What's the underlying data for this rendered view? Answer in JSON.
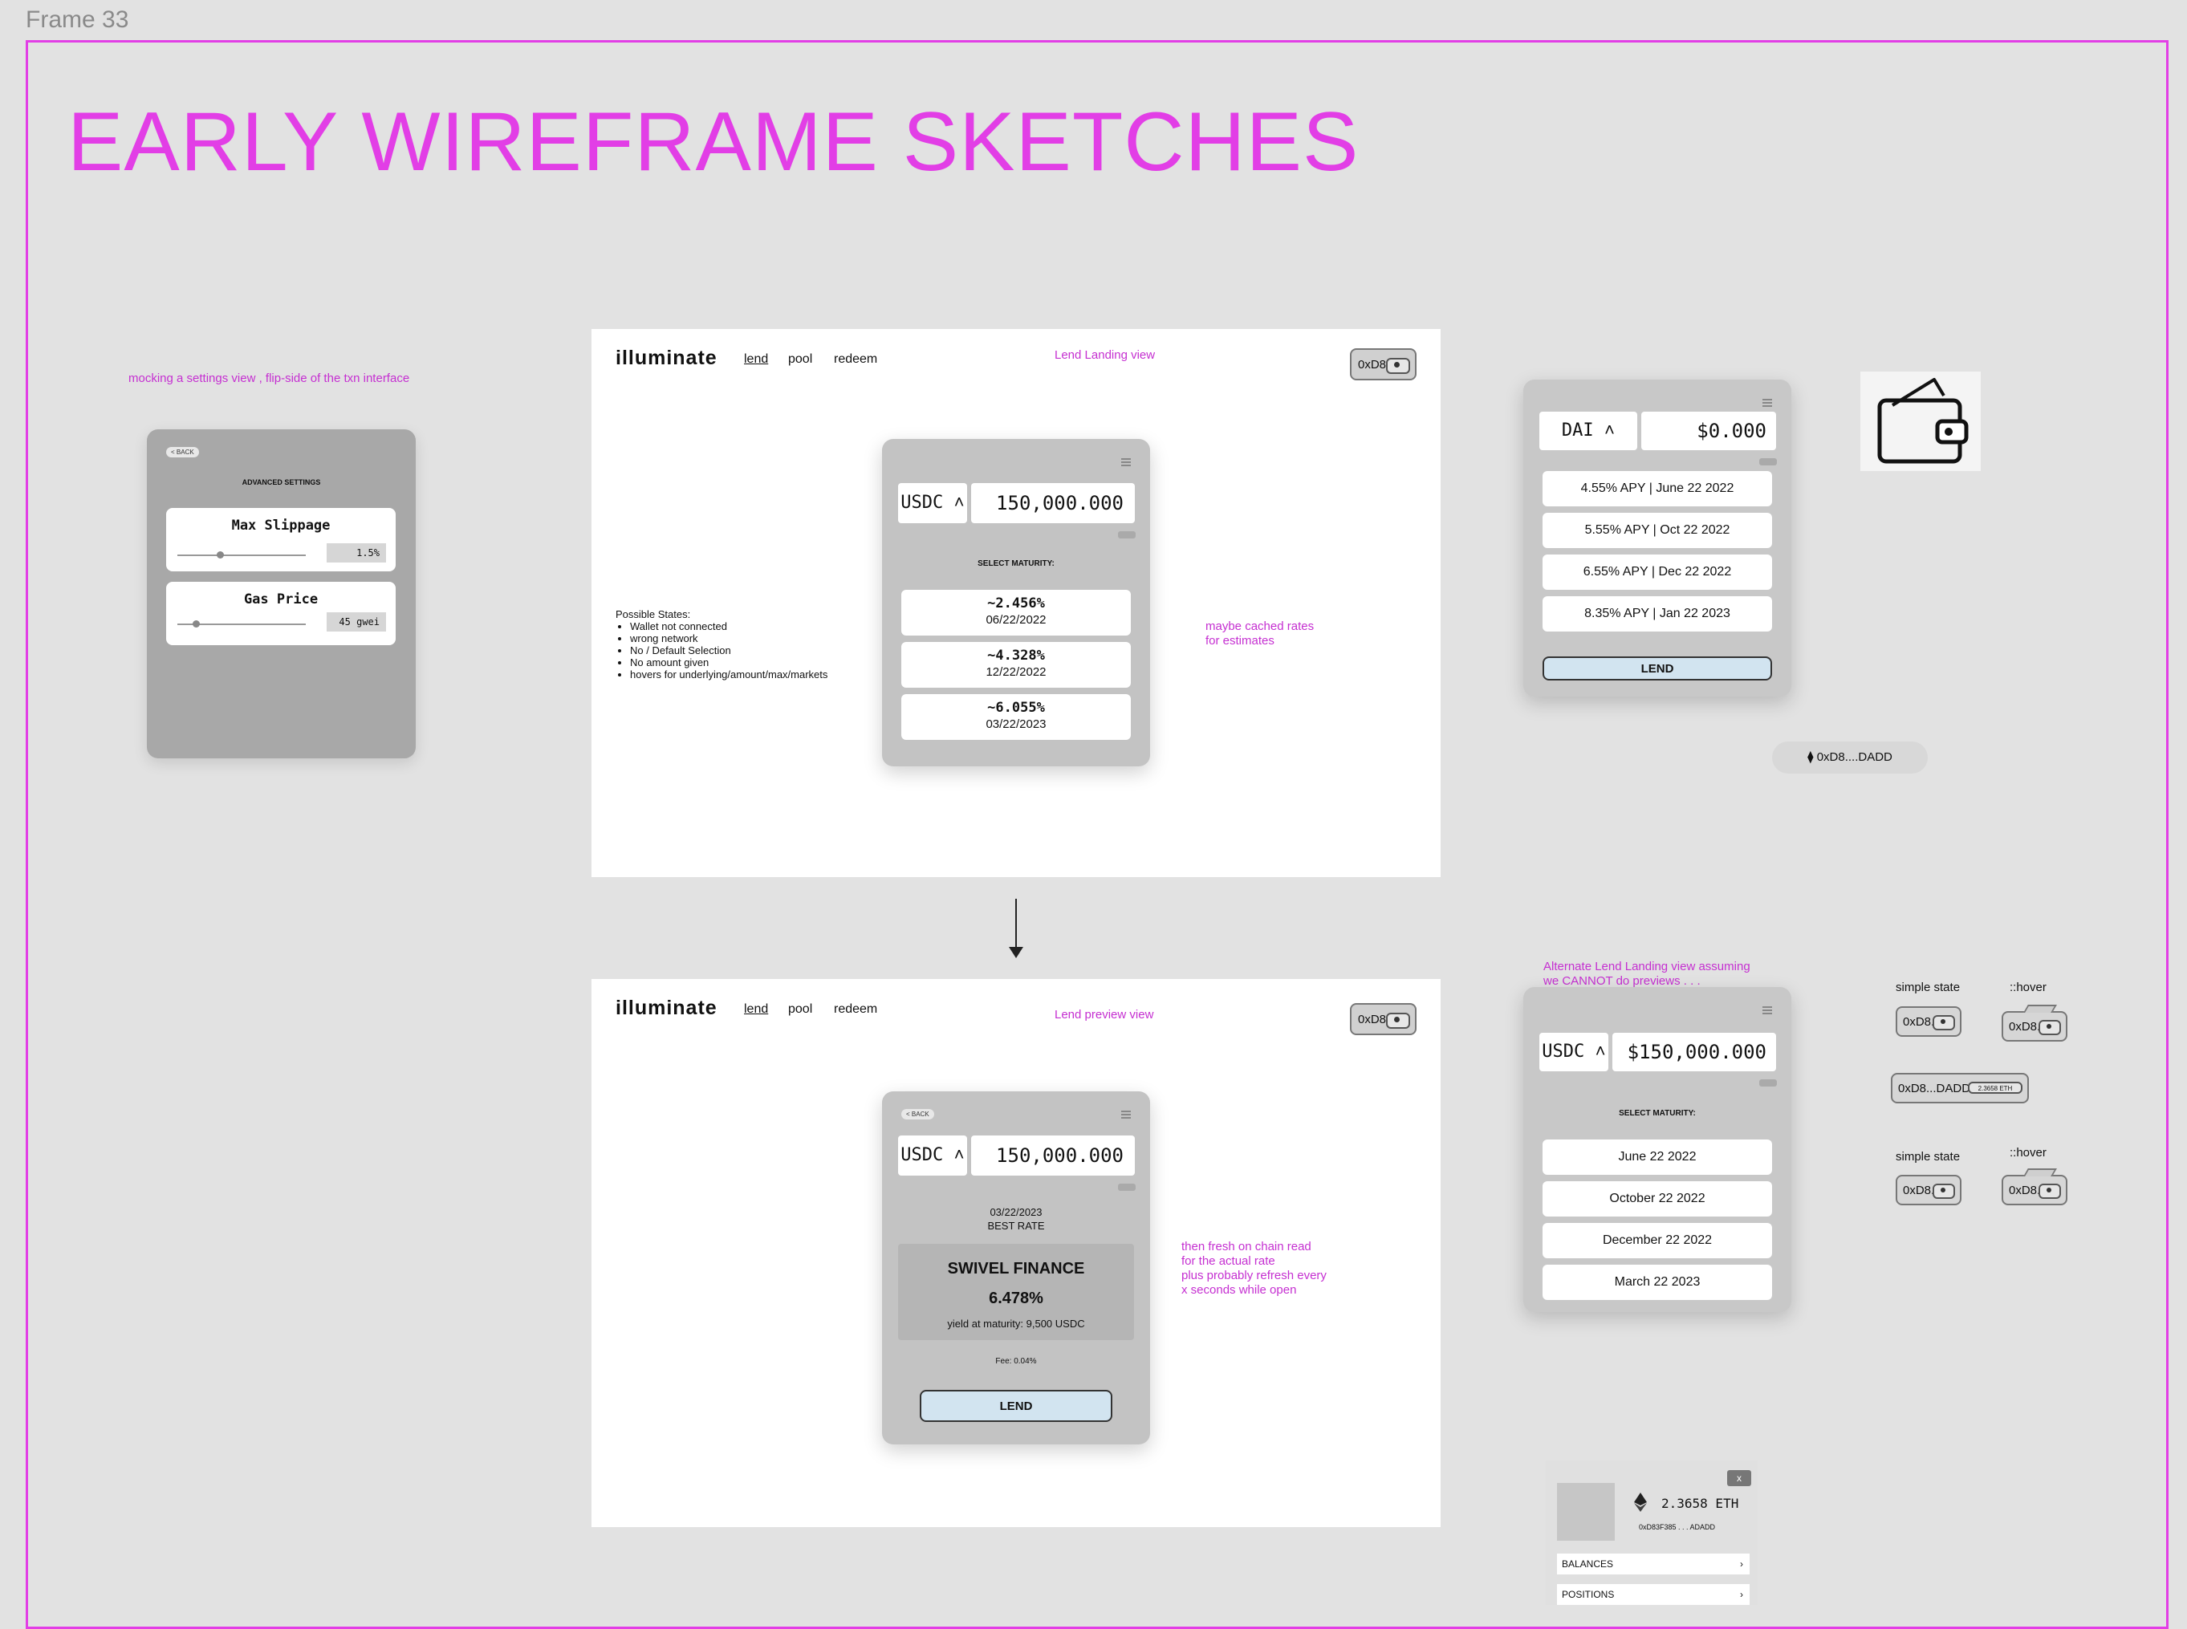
{
  "frame_label": "Frame 33",
  "heading": "EARLY WIREFRAME SKETCHES",
  "notes": {
    "settings": "mocking a settings view , flip-side of the txn interface",
    "lend_landing": "Lend Landing view",
    "cached_rates": [
      "maybe cached rates",
      "for estimates"
    ],
    "lend_preview": "Lend preview view",
    "fresh_read": [
      "then fresh on chain read",
      "for the actual rate",
      "plus probably refresh every",
      "x seconds while open"
    ],
    "alternate": [
      "Alternate Lend Landing view assuming",
      "we CANNOT do previews . . ."
    ]
  },
  "settings_panel": {
    "back": "< BACK",
    "title": "ADVANCED SETTINGS",
    "slippage_label": "Max Slippage",
    "slippage_value": "1.5%",
    "slippage_level": 0.32,
    "gas_label": "Gas Price",
    "gas_value": "45 gwei",
    "gas_level": 0.15
  },
  "app": {
    "logo": "illuminate",
    "nav": [
      "lend",
      "pool",
      "redeem"
    ],
    "wallet": "0xD8.."
  },
  "landing_widget": {
    "token": "USDC ˄",
    "amount": "150,000.000",
    "select_label": "SELECT MATURITY:",
    "maturities": [
      {
        "rate": "~2.456%",
        "date": "06/22/2022"
      },
      {
        "rate": "~4.328%",
        "date": "12/22/2022"
      },
      {
        "rate": "~6.055%",
        "date": "03/22/2023"
      }
    ]
  },
  "possible_states": {
    "title": "Possible States:",
    "items": [
      "Wallet not connected",
      "wrong network",
      "No / Default Selection",
      "No amount given",
      "hovers for underlying/amount/max/markets"
    ]
  },
  "preview_widget": {
    "back": "< BACK",
    "token": "USDC ˄",
    "amount": "150,000.000",
    "date": "03/22/2023",
    "best_rate": "BEST RATE",
    "platform": "SWIVEL FINANCE",
    "rate": "6.478%",
    "yield": "yield at maturity: 9,500 USDC",
    "fee": "Fee: 0.04%",
    "lend": "LEND"
  },
  "dai_widget": {
    "token": "DAI ˄",
    "amount": "$0.000",
    "options": [
      "4.55% APY  |  June 22 2022",
      "5.55% APY  |  Oct 22 2022",
      "6.55% APY  |  Dec 22 2022",
      "8.35% APY  |  Jan 22 2023"
    ],
    "lend": "LEND"
  },
  "eth_pill": "⧫ 0xD8....DADD",
  "alt_widget": {
    "token": "USDC ˄",
    "amount": "$150,000.000",
    "select_label": "SELECT MATURITY:",
    "dates": [
      "June 22 2022",
      "October 22 2022",
      "December 22 2022",
      "March 22 2023"
    ]
  },
  "wallet_states": {
    "simple": "simple state",
    "hover": "::hover",
    "short": "0xD8..",
    "long": "0xD8...DADD",
    "long_badge": "2.3658 ETH"
  },
  "account_dropdown": {
    "close": "x",
    "balance": "2.3658 ETH",
    "address": "0xD83F385 . . . ADADD",
    "rows": [
      "BALANCES",
      "POSITIONS"
    ]
  }
}
